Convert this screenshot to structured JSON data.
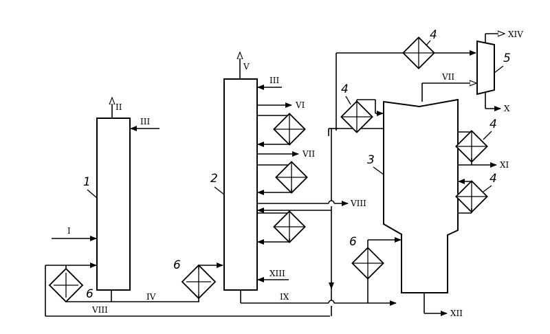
{
  "units": {
    "u1": "1",
    "u2": "2",
    "u3": "3",
    "u4": "4",
    "u5": "5",
    "u6": "6"
  },
  "streams": {
    "s1": "I",
    "s2": "II",
    "s3": "III",
    "s4": "IV",
    "s5": "V",
    "s6": "VI",
    "s7": "VII",
    "s8": "VIII",
    "s9": "IX",
    "s10": "X",
    "s11": "XI",
    "s12": "XII",
    "s13": "XIII",
    "s14": "XIV"
  }
}
